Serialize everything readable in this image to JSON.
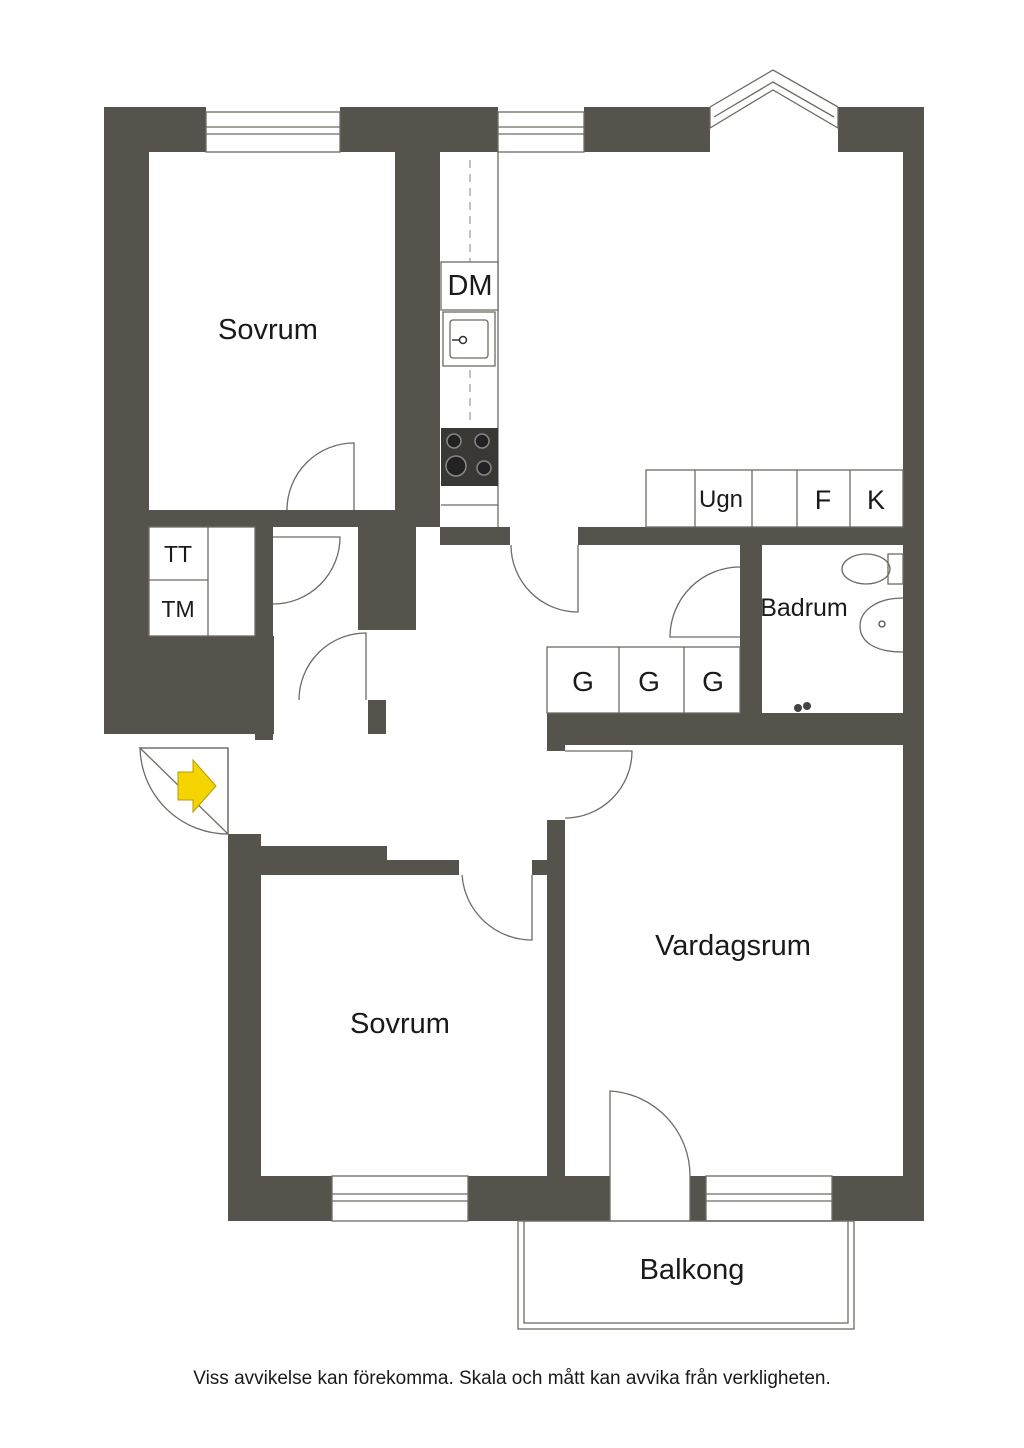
{
  "rooms": {
    "sovrum_top": "Sovrum",
    "sovrum_bottom": "Sovrum",
    "vardagsrum": "Vardagsrum",
    "badrum": "Badrum",
    "balkong": "Balkong"
  },
  "fixtures": {
    "dishwasher": "DM",
    "oven": "Ugn",
    "fridge": "F",
    "freezer": "K",
    "washer": "TT",
    "dryer": "TM",
    "wardrobe_1": "G",
    "wardrobe_2": "G",
    "wardrobe_3": "G"
  },
  "disclaimer": "Viss avvikelse kan förekomma. Skala och mått kan avvika från verkligheten.",
  "colors": {
    "wall": "#56524c",
    "line": "#6f6a64",
    "entrance_arrow": "#f6d400"
  }
}
